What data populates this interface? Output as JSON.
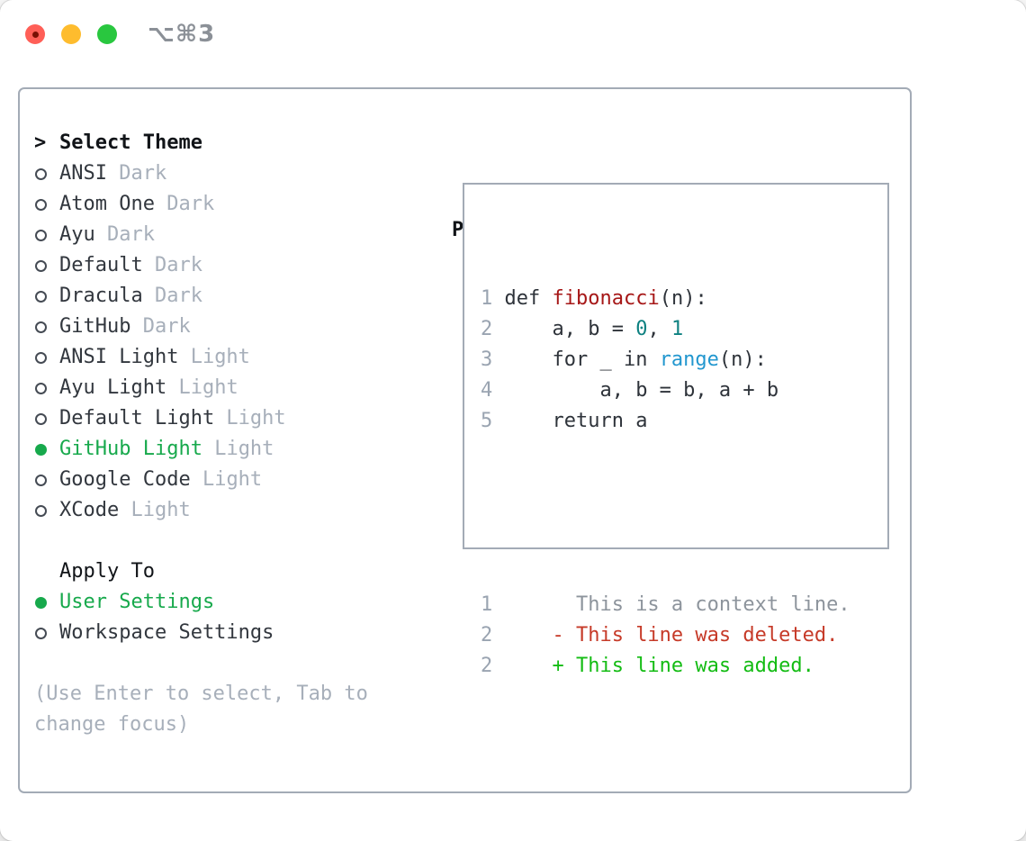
{
  "window": {
    "title": "⌥⌘3",
    "traffic_lights": [
      "close",
      "minimize",
      "zoom"
    ]
  },
  "theme_picker": {
    "prompt": ">",
    "header": "Select Theme",
    "themes": [
      {
        "name": "ANSI",
        "variant": "Dark",
        "selected": false
      },
      {
        "name": "Atom One",
        "variant": "Dark",
        "selected": false
      },
      {
        "name": "Ayu",
        "variant": "Dark",
        "selected": false
      },
      {
        "name": "Default",
        "variant": "Dark",
        "selected": false
      },
      {
        "name": "Dracula",
        "variant": "Dark",
        "selected": false
      },
      {
        "name": "GitHub",
        "variant": "Dark",
        "selected": false
      },
      {
        "name": "ANSI Light",
        "variant": "Light",
        "selected": false
      },
      {
        "name": "Ayu Light",
        "variant": "Light",
        "selected": false
      },
      {
        "name": "Default Light",
        "variant": "Light",
        "selected": false
      },
      {
        "name": "GitHub Light",
        "variant": "Light",
        "selected": true
      },
      {
        "name": "Google Code",
        "variant": "Light",
        "selected": false
      },
      {
        "name": "XCode",
        "variant": "Light",
        "selected": false
      }
    ],
    "apply_to": {
      "header": "Apply To",
      "options": [
        {
          "label": "User Settings",
          "selected": true
        },
        {
          "label": "Workspace Settings",
          "selected": false
        }
      ]
    },
    "hint": "(Use Enter to select, Tab to change focus)"
  },
  "preview": {
    "header": "Preview",
    "code_lines": [
      {
        "no": "1",
        "tokens": [
          {
            "t": " def ",
            "c": "code"
          },
          {
            "t": "fibonacci",
            "c": "func"
          },
          {
            "t": "(n):",
            "c": "code"
          }
        ]
      },
      {
        "no": "2",
        "tokens": [
          {
            "t": "     a, b = ",
            "c": "code"
          },
          {
            "t": "0",
            "c": "num"
          },
          {
            "t": ", ",
            "c": "code"
          },
          {
            "t": "1",
            "c": "num"
          }
        ]
      },
      {
        "no": "3",
        "tokens": [
          {
            "t": "     for _ in ",
            "c": "code"
          },
          {
            "t": "range",
            "c": "builtin"
          },
          {
            "t": "(n):",
            "c": "code"
          }
        ]
      },
      {
        "no": "4",
        "tokens": [
          {
            "t": "         a, b = b, a + b",
            "c": "code"
          }
        ]
      },
      {
        "no": "5",
        "tokens": [
          {
            "t": "     return a",
            "c": "code"
          }
        ]
      }
    ],
    "diff_lines": [
      {
        "no": "1",
        "tokens": [
          {
            "t": "       This is a context line.",
            "c": "context"
          }
        ]
      },
      {
        "no": "2",
        "tokens": [
          {
            "t": "     - This line was deleted.",
            "c": "del"
          }
        ]
      },
      {
        "no": "2",
        "tokens": [
          {
            "t": "     + This line was added.",
            "c": "add"
          }
        ]
      }
    ]
  },
  "colors": {
    "accent": "#17a94c",
    "tl_red": "#ff5f57",
    "tl_yellow": "#febc2e",
    "tl_green": "#29c73f",
    "border": "#a3abb6",
    "text": "#32373e",
    "header": "#111418",
    "muted": "#a7afba",
    "title_gray": "#8b9097",
    "radio_ring": "#454b54",
    "lineno": "#9aa4b1",
    "code": "#2e333a",
    "func": "#a61717",
    "num": "#0e8181",
    "builtin": "#2297cf",
    "context": "#8d949c",
    "del": "#c63a28",
    "add": "#13bc13"
  }
}
